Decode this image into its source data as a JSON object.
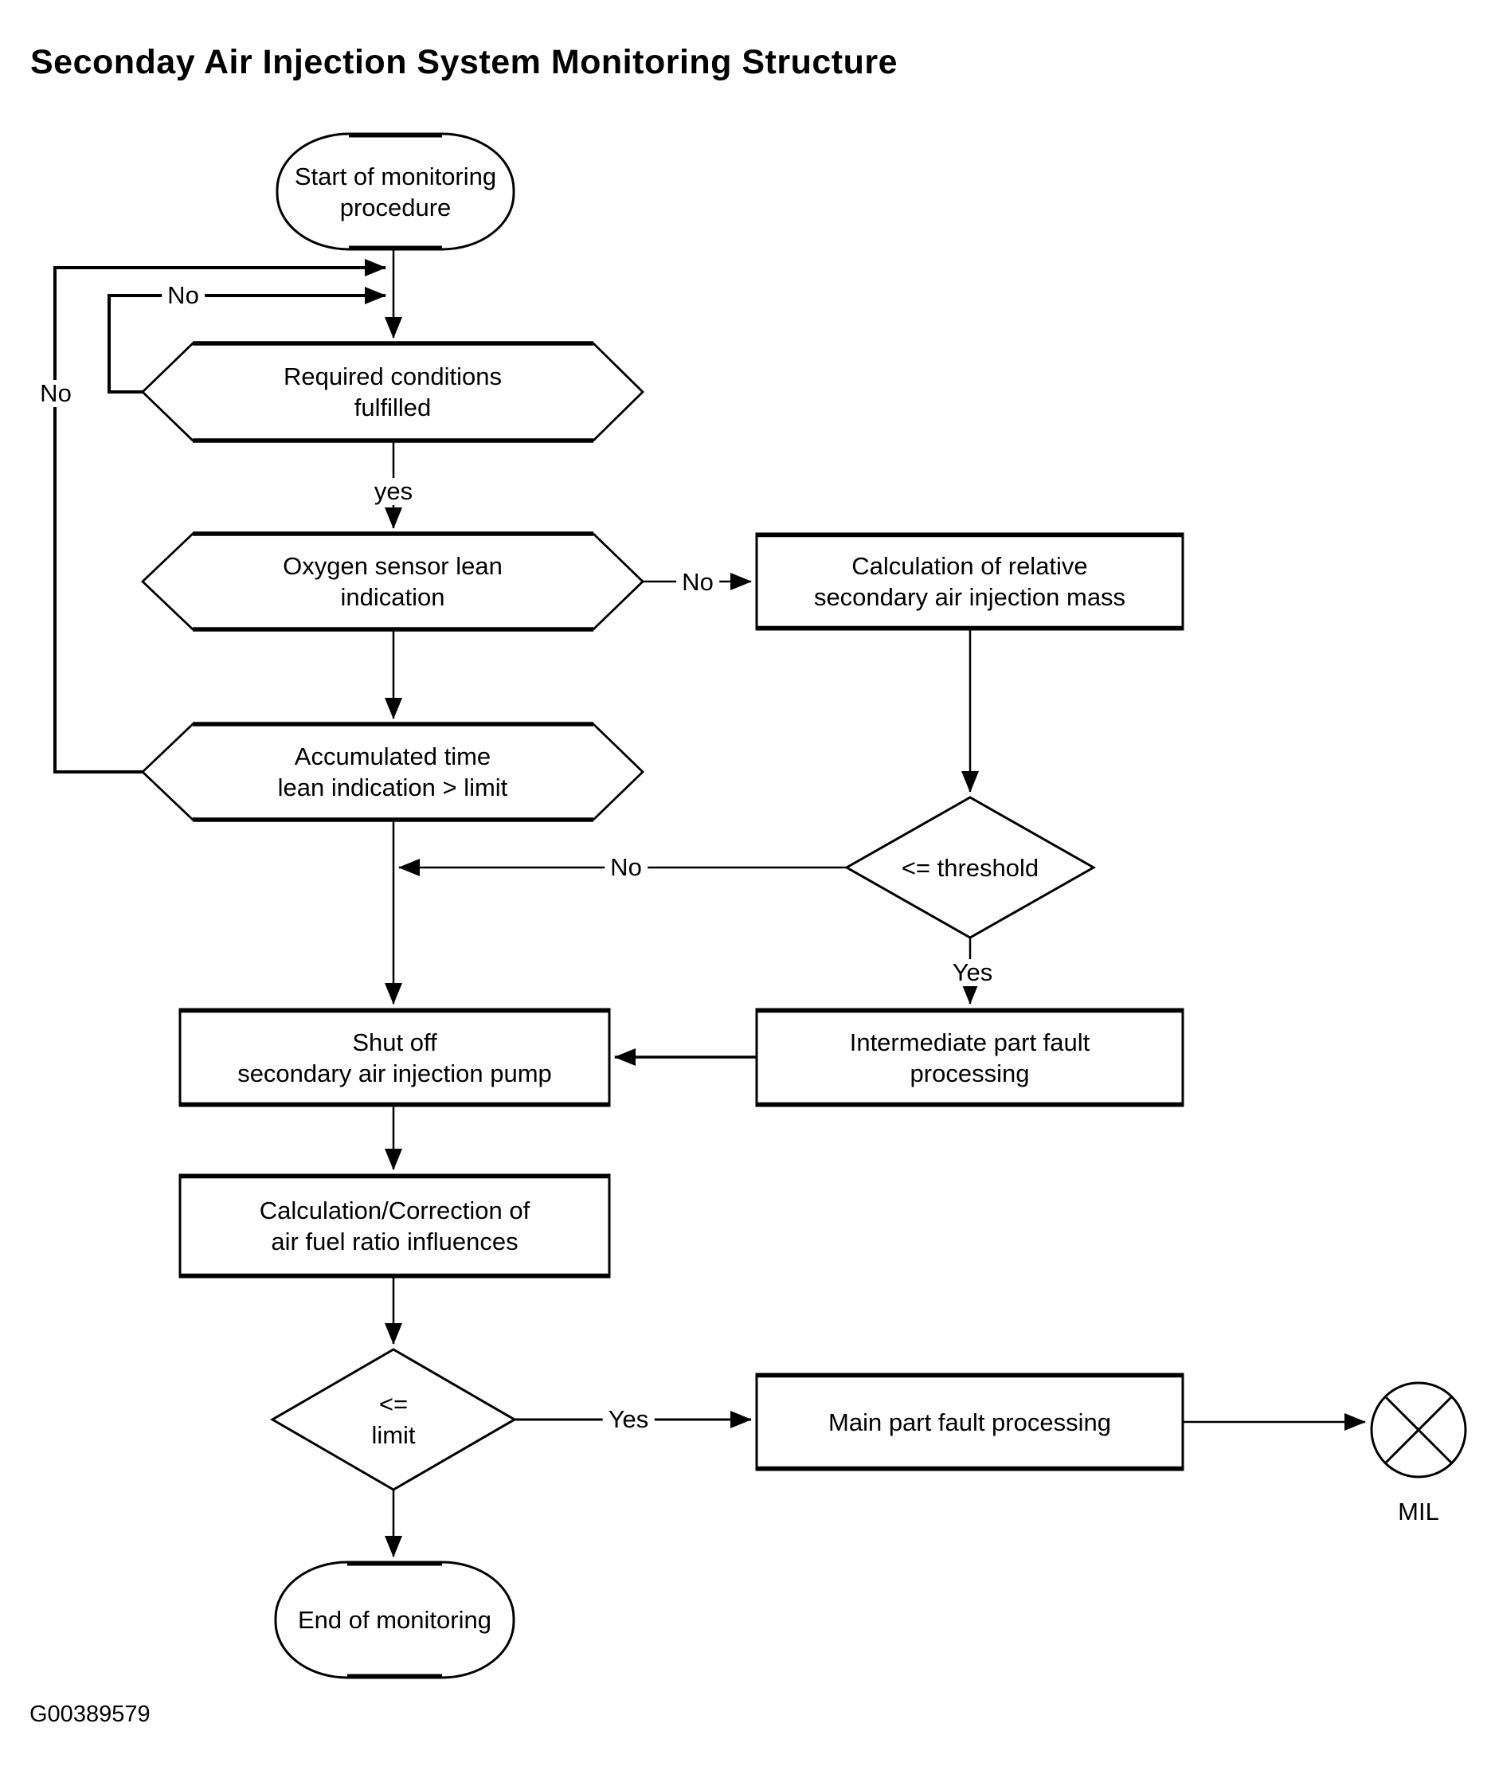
{
  "title": "Seconday Air Injection System Monitoring Structure",
  "figure_id": "G00389579",
  "colors": {
    "ink": "#000000",
    "paper": "#ffffff"
  },
  "nodes": {
    "start": {
      "lines": [
        "Start of monitoring",
        "procedure"
      ]
    },
    "required": {
      "lines": [
        "Required conditions",
        "fulfilled"
      ]
    },
    "oxygen": {
      "lines": [
        "Oxygen sensor lean",
        "indication"
      ]
    },
    "calc_mass": {
      "lines": [
        "Calculation of relative",
        "secondary air injection mass"
      ]
    },
    "accum": {
      "lines": [
        "Accumulated time",
        "lean indication > limit"
      ]
    },
    "threshold": {
      "lines": [
        "<= threshold"
      ]
    },
    "intermediate": {
      "lines": [
        "Intermediate part fault",
        "processing"
      ]
    },
    "shutoff": {
      "lines": [
        "Shut off",
        "secondary air injection pump"
      ]
    },
    "calc_corr": {
      "lines": [
        "Calculation/Correction of",
        "air fuel ratio influences"
      ]
    },
    "limit": {
      "lines": [
        "<=",
        "limit"
      ]
    },
    "main_fault": {
      "lines": [
        "Main part fault processing"
      ]
    },
    "mil": {
      "label": "MIL"
    },
    "end": {
      "lines": [
        "End of monitoring"
      ]
    }
  },
  "edge_labels": {
    "outer_loop_no": "No",
    "inner_loop_no": "No",
    "required_yes": "yes",
    "oxygen_no": "No",
    "threshold_no": "No",
    "threshold_yes": "Yes",
    "limit_yes": "Yes"
  }
}
